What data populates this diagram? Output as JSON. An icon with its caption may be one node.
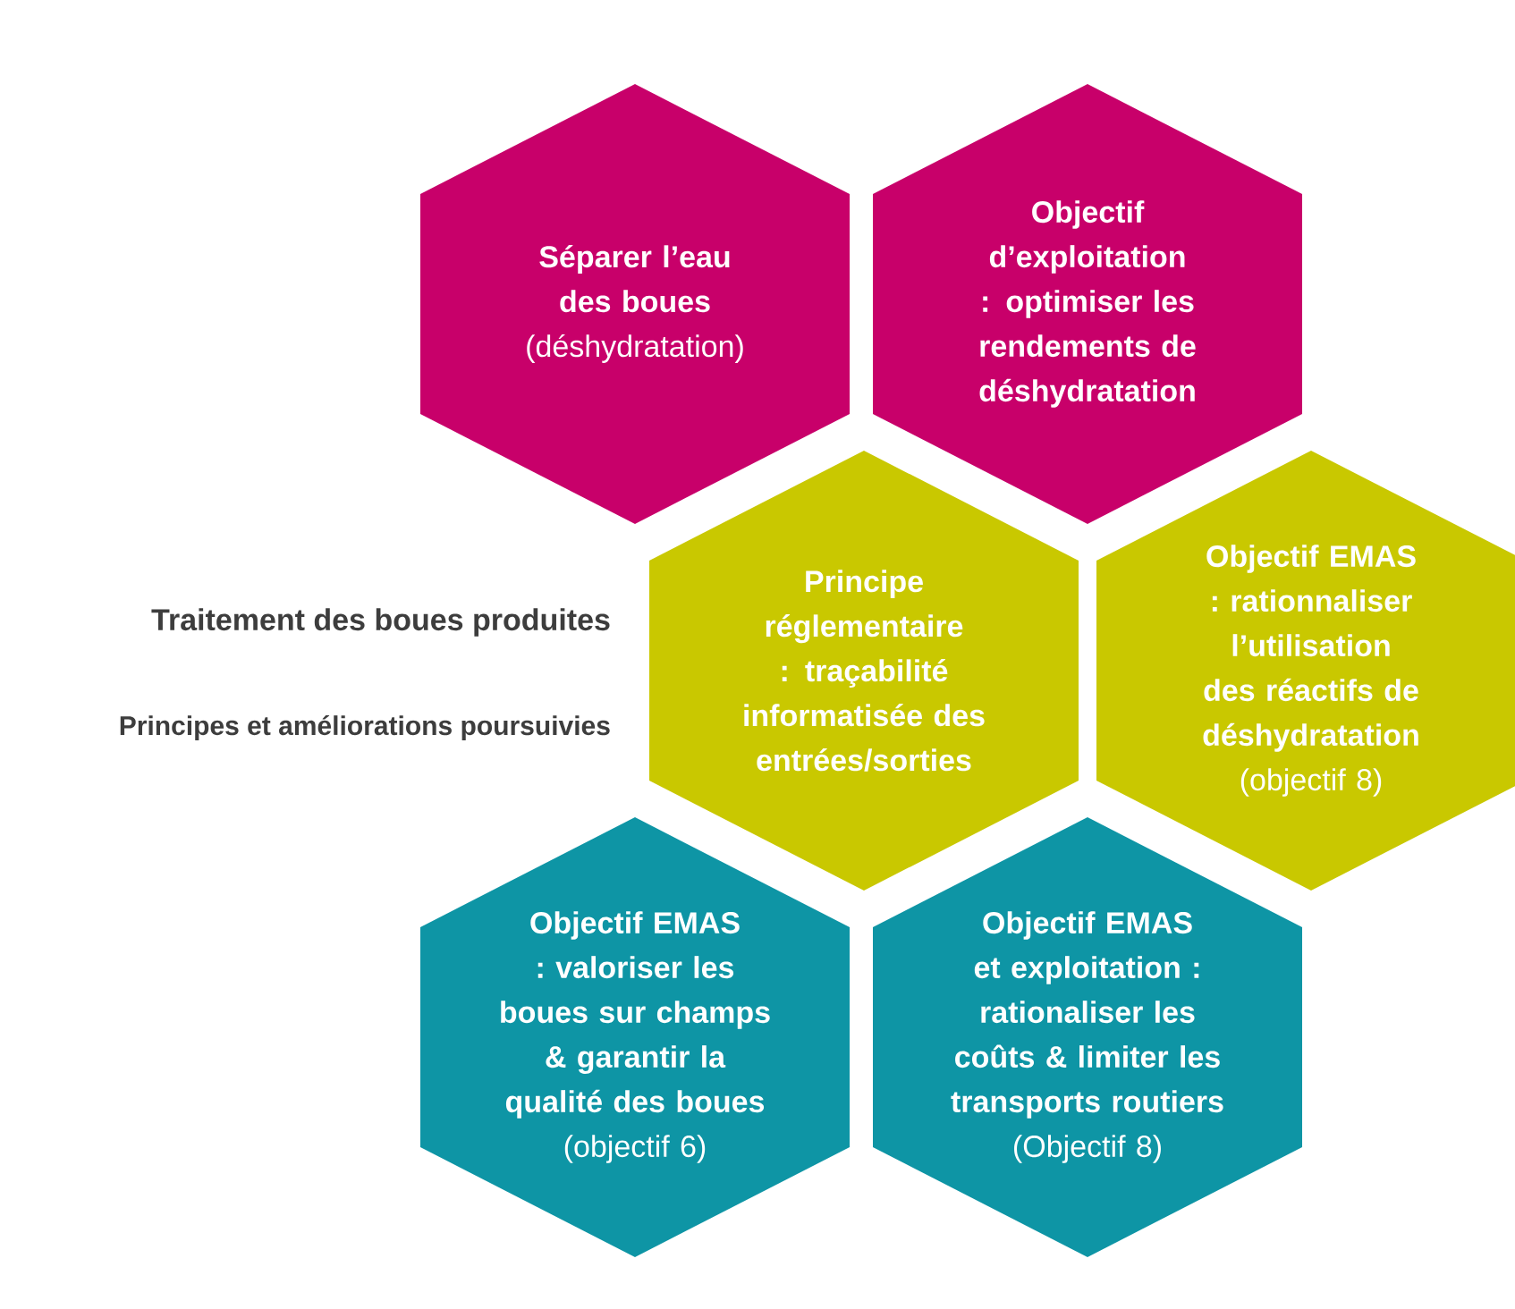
{
  "diagram": {
    "nodes": [
      {
        "text": [
          "Séparer l’eau des boues",
          "(déshydratation)"
        ]
      },
      {
        "text": [
          "Objectif d’exploitation : optimiser les rendements de déshydratation"
        ]
      },
      {
        "text": [
          "Principe réglementaire : traçabilité informatisée des entrées/sorties"
        ]
      },
      {
        "text": [
          "Objectif EMAS : rationnaliser l’utilisation des réactifs de déshydratation",
          "(objectif 8)"
        ]
      },
      {
        "text": [
          "Objectif EMAS : valoriser les boues sur champs & garantir la qualité des boues",
          "(objectif 6)"
        ]
      },
      {
        "text": [
          "Objectif EMAS et exploitation : rationaliser les coûts & limiter les transports routiers",
          "(Objectif 8)"
        ]
      }
    ],
    "labels": [
      "Traitement des boues produites",
      "Principes et améliorations poursuivies"
    ]
  }
}
